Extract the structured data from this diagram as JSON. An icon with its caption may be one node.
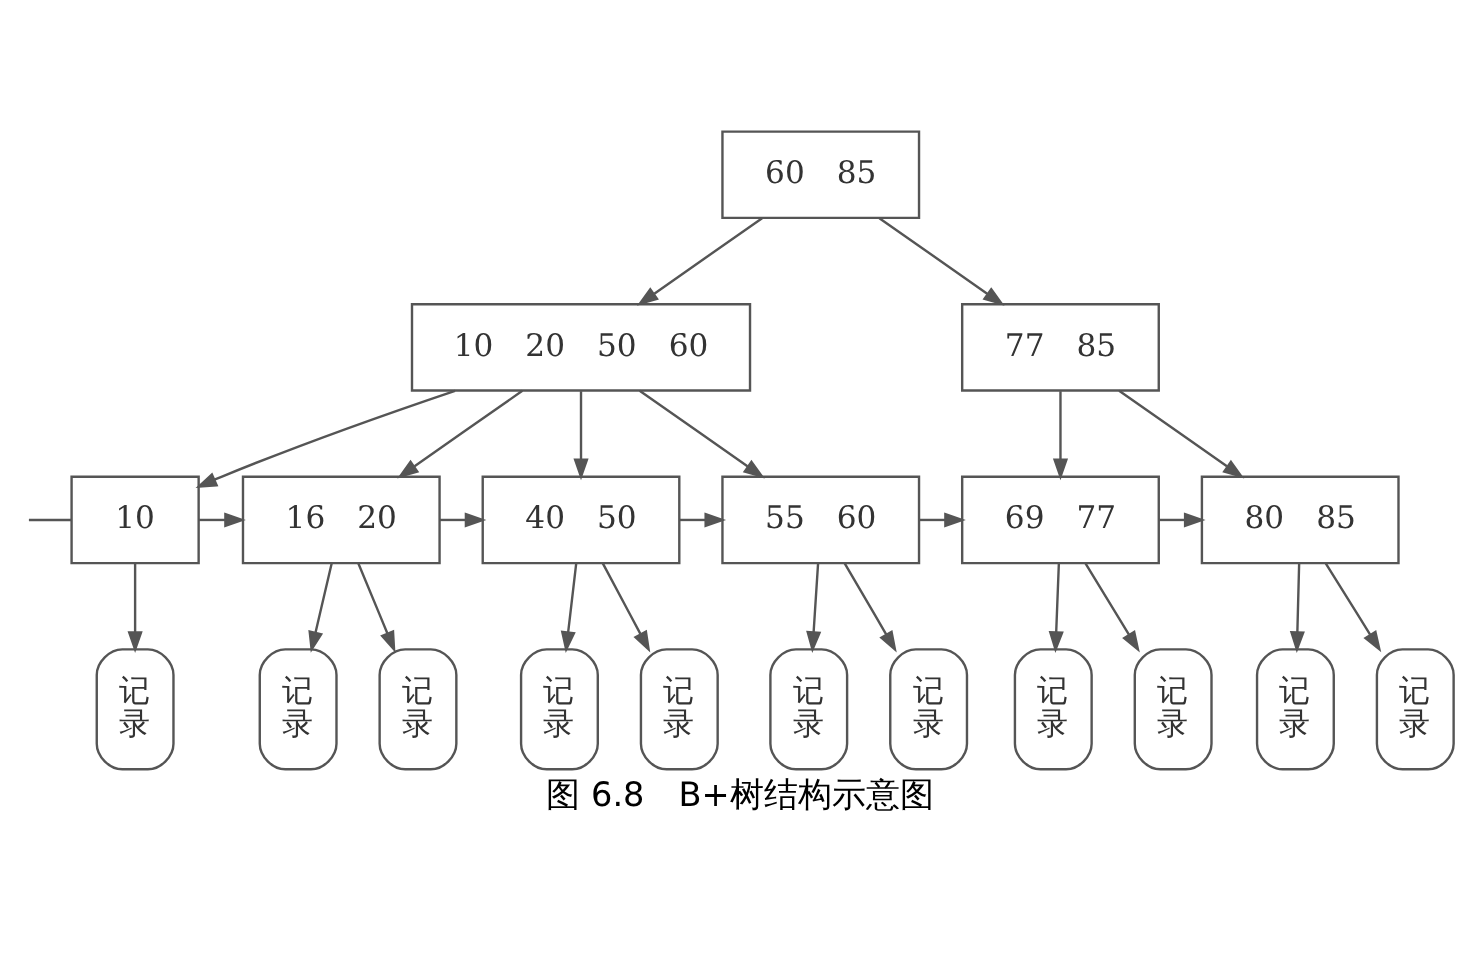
{
  "diagram": {
    "caption": "图 6.8　B+树结构示意图",
    "nodes": [
      {
        "text": [
          "60　85"
        ]
      },
      {
        "text": [
          "10　20　50　60"
        ]
      },
      {
        "text": [
          "77　85"
        ]
      },
      {
        "text": [
          "10"
        ]
      },
      {
        "text": [
          "16　20"
        ]
      },
      {
        "text": [
          "40　50"
        ]
      },
      {
        "text": [
          "55　60"
        ]
      },
      {
        "text": [
          "69　77"
        ]
      },
      {
        "text": [
          "80　85"
        ]
      },
      {
        "text": [
          "记录"
        ]
      },
      {
        "text": [
          "记录"
        ]
      },
      {
        "text": [
          "记录"
        ]
      },
      {
        "text": [
          "记录"
        ]
      },
      {
        "text": [
          "记录"
        ]
      },
      {
        "text": [
          "记录"
        ]
      },
      {
        "text": [
          "记录"
        ]
      },
      {
        "text": [
          "记录"
        ]
      },
      {
        "text": [
          "记录"
        ]
      },
      {
        "text": [
          "记录"
        ]
      },
      {
        "text": [
          "记录"
        ]
      }
    ],
    "edges": [
      {
        "from": 0,
        "to": 1,
        "arrow": "to"
      },
      {
        "from": 0,
        "to": 2,
        "arrow": "to"
      },
      {
        "from": 1,
        "to": 3,
        "arrow": "to"
      },
      {
        "from": 1,
        "to": 4,
        "arrow": "to"
      },
      {
        "from": 1,
        "to": 5,
        "arrow": "to"
      },
      {
        "from": 1,
        "to": 6,
        "arrow": "to"
      },
      {
        "from": 2,
        "to": 7,
        "arrow": "to"
      },
      {
        "from": 2,
        "to": 8,
        "arrow": "to"
      },
      {
        "from": null,
        "to": 3,
        "arrow": "none"
      },
      {
        "from": 3,
        "to": 4,
        "arrow": "to"
      },
      {
        "from": 4,
        "to": 5,
        "arrow": "to"
      },
      {
        "from": 5,
        "to": 6,
        "arrow": "to"
      },
      {
        "from": 6,
        "to": 7,
        "arrow": "to"
      },
      {
        "from": 7,
        "to": 8,
        "arrow": "to"
      },
      {
        "from": 3,
        "to": 9,
        "arrow": "to"
      },
      {
        "from": 4,
        "to": 10,
        "arrow": "to"
      },
      {
        "from": 4,
        "to": 11,
        "arrow": "to"
      },
      {
        "from": 5,
        "to": 12,
        "arrow": "to"
      },
      {
        "from": 5,
        "to": 13,
        "arrow": "to"
      },
      {
        "from": 6,
        "to": 14,
        "arrow": "to"
      },
      {
        "from": 6,
        "to": 15,
        "arrow": "to"
      },
      {
        "from": 7,
        "to": 16,
        "arrow": "to"
      },
      {
        "from": 7,
        "to": 17,
        "arrow": "to"
      },
      {
        "from": 8,
        "to": 18,
        "arrow": "to"
      },
      {
        "from": 8,
        "to": 19,
        "arrow": "to"
      }
    ]
  }
}
